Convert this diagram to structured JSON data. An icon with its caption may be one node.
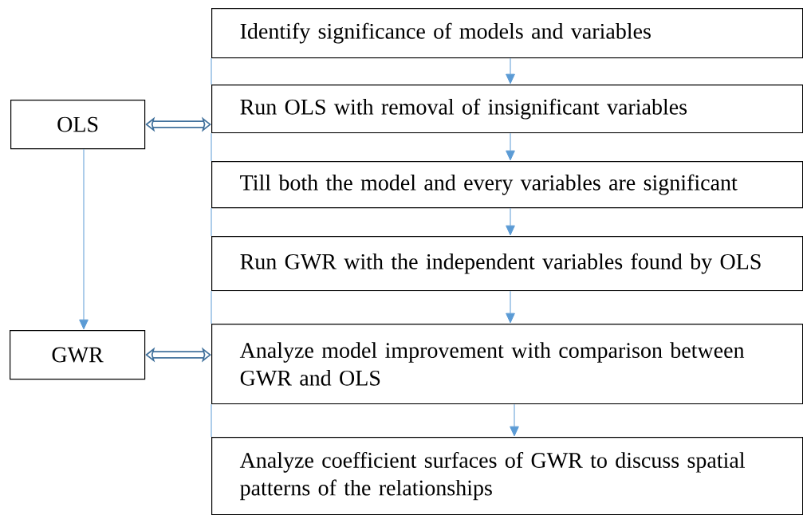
{
  "diagram": {
    "nodes": [
      {
        "text": [
          "Identify significance of models and variables"
        ]
      },
      {
        "text": [
          "OLS"
        ]
      },
      {
        "text": [
          "Run OLS with removal of insignificant variables"
        ]
      },
      {
        "text": [
          "Till both the model and every variables are significant"
        ]
      },
      {
        "text": [
          "Run GWR with the independent variables found by OLS"
        ]
      },
      {
        "text": [
          "GWR"
        ]
      },
      {
        "text": [
          "Analyze model improvement with comparison between GWR and OLS"
        ]
      },
      {
        "text": [
          "Analyze coefficient surfaces of GWR to discuss spatial patterns of the relationships"
        ]
      }
    ],
    "edges": [
      {
        "from": 0,
        "to": 2,
        "arrow": "to"
      },
      {
        "from": 2,
        "to": 3,
        "arrow": "to"
      },
      {
        "from": 3,
        "to": 4,
        "arrow": "to"
      },
      {
        "from": 4,
        "to": 6,
        "arrow": "to"
      },
      {
        "from": 6,
        "to": 7,
        "arrow": "to"
      },
      {
        "from": 1,
        "to": 5,
        "arrow": "to"
      },
      {
        "from": 1,
        "to": 2,
        "arrow": "both",
        "style": "thick",
        "color": "#41719c"
      },
      {
        "from": 5,
        "to": 6,
        "arrow": "both",
        "style": "thick",
        "color": "#41719c"
      },
      {
        "from": 0,
        "to": 2,
        "arrow": "none"
      },
      {
        "from": 2,
        "to": 3,
        "arrow": "none"
      },
      {
        "from": 3,
        "to": 4,
        "arrow": "none"
      },
      {
        "from": 4,
        "to": 6,
        "arrow": "none"
      },
      {
        "from": 6,
        "to": 7,
        "arrow": "none"
      }
    ]
  }
}
